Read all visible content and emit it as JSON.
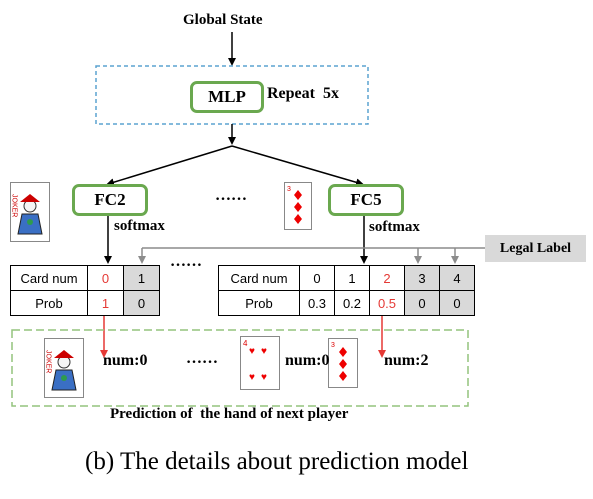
{
  "diagram": {
    "global_state": "Global State",
    "mlp_label": "MLP",
    "repeat_label": "Repeat  5x",
    "fc2_label": "FC2",
    "fc5_label": "FC5",
    "softmax_left": "softmax",
    "softmax_right": "softmax",
    "ellipsis_top": "……",
    "ellipsis_mid": "……",
    "ellipsis_bottom": "……",
    "legal_label": "Legal Label",
    "table_left": {
      "row1": [
        "Card num",
        "0",
        "1"
      ],
      "row2": [
        "Prob",
        "1",
        "0"
      ]
    },
    "table_right": {
      "row1": [
        "Card num",
        "0",
        "1",
        "2",
        "3",
        "4"
      ],
      "row2": [
        "Prob",
        "0.3",
        "0.2",
        "0.5",
        "0",
        "0"
      ]
    },
    "pred_num_left": "num:0",
    "pred_num_mid": "num:0",
    "pred_num_right": "num:2",
    "prediction_label": "Prediction of  the hand of next player",
    "caption": "(b) The details about prediction model",
    "joker_text": "JOKER",
    "card4_rank": "4",
    "card3_rank": "3"
  }
}
